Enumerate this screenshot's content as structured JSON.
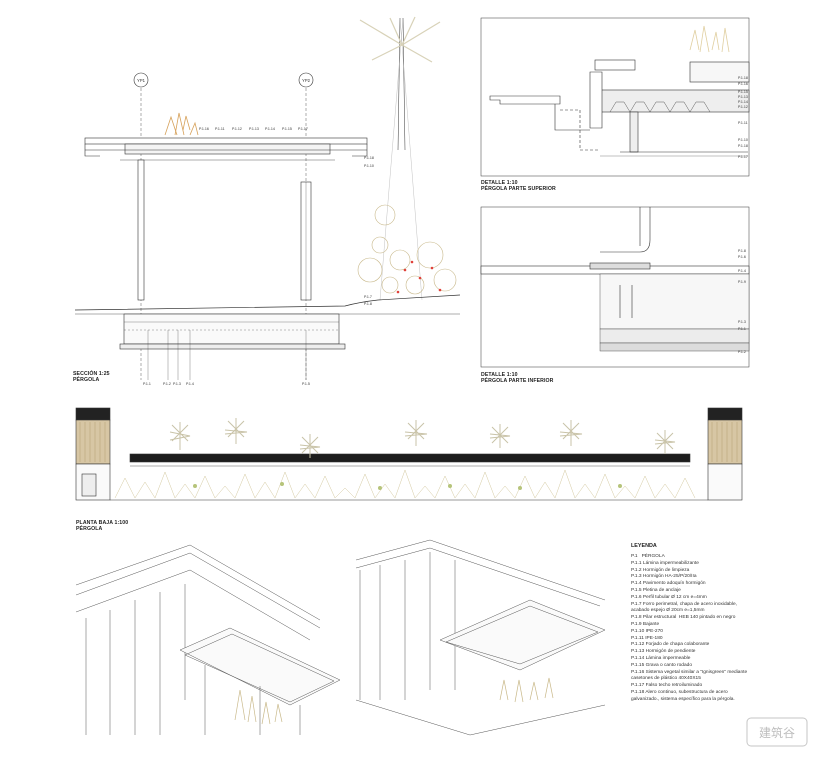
{
  "captions": {
    "section": [
      "SECCIÓN 1:25",
      "PÉRGOLA"
    ],
    "detail_top": [
      "DETALLE 1:10",
      "PÉRGOLA PARTE SUPERIOR"
    ],
    "detail_bottom": [
      "DETALLE 1:10",
      "PÉRGOLA PARTE INFERIOR"
    ],
    "plan": [
      "PLANTA BAJA 1:100",
      "PÉRGOLA"
    ]
  },
  "axes": [
    "YP1",
    "YP2"
  ],
  "section_tags": {
    "top": [
      "P.1.16",
      "P.1.11",
      "P.1.12",
      "P.1.13",
      "P.1.14",
      "P.1.15",
      "P.1.17"
    ],
    "right": [
      "P.1.18",
      "P.1.10"
    ],
    "right_low": [
      "P.1.7",
      "P.1.8"
    ],
    "bottom": [
      "P.1.1",
      "P.1.2",
      "P.1.3",
      "P.1.4",
      "P.1.5"
    ]
  },
  "detail_top_tags": [
    "P.1.18",
    "P.1.16",
    "P.1.15",
    "P.1.13",
    "P.1.14",
    "P.1.12",
    "P.1.11",
    "P.1.10",
    "P.1.18",
    "P.1.17"
  ],
  "detail_bottom_tags": [
    "P.1.8",
    "P.1.6",
    "P.1.4",
    "P.1.9",
    "P.1.3",
    "P.1.1",
    "P.1.2"
  ],
  "legend": {
    "title": "LEYENDA",
    "items": [
      "P.1   PÉRGOLA",
      "P.1.1 Lámina impermeabilizante",
      "P.1.2 Hormigón de limpieza",
      "P.1.3 Hormigón HA-25/P/20/IIa",
      "P.1.4 Pavimento adoquín hormigón",
      "P.1.5 Pletina de anclaje",
      "P.1.6 Perfil tubular Ø 12 cm e=4mm",
      "P.1.7 Forro perimetral, chapa de acero inoxidable,",
      "acabado espejo Ø 20cm e=1,5mm",
      "P.1.8 Pilar estructural  HEB 140 pintado en negro",
      "P.1.9 Bajante",
      "P.1.10 IPE-270",
      "P.1.11 IPE-180",
      "P.1.12 Forjado de chapa colaborante",
      "P.1.13 Hormigón de pendiente",
      "P.1.14 Lámina impermeable",
      "P.1.15 Grava o canto rodado",
      "P.1.16 Sistema vegetal similar a \"Ignisgreen\" mediante",
      "casetones de plástico 40X40X15",
      "P.1.17 Falso techo retroiluminado",
      "P.1.18 Alero continuo, subestructura de acero",
      "galvanizado., sistema específico para la pérgola."
    ]
  },
  "watermark": "建筑谷"
}
